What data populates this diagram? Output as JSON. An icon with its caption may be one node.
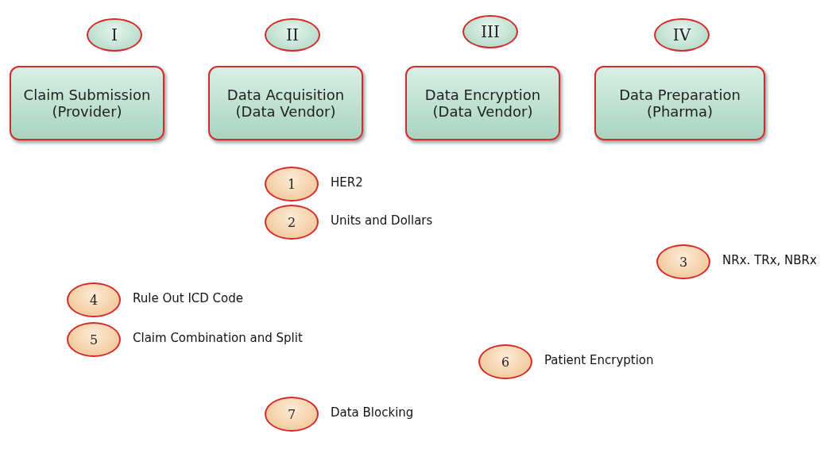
{
  "diagram": {
    "nodes": [
      {
        "text": [
          "I"
        ]
      },
      {
        "text": [
          "II"
        ]
      },
      {
        "text": [
          "III"
        ]
      },
      {
        "text": [
          "IV"
        ]
      },
      {
        "text": [
          "Claim Submission (Provider)"
        ]
      },
      {
        "text": [
          "Data Acquisition (Data Vendor)"
        ]
      },
      {
        "text": [
          "Data Encryption (Data Vendor)"
        ]
      },
      {
        "text": [
          "Data Preparation (Pharma)"
        ]
      },
      {
        "text": [
          "1"
        ],
        "beside": [
          "HER2"
        ]
      },
      {
        "text": [
          "2"
        ],
        "beside": [
          "Units and Dollars"
        ]
      },
      {
        "text": [
          "3"
        ],
        "beside": [
          "NRx. TRx, NBRx"
        ]
      },
      {
        "text": [
          "4"
        ],
        "beside": [
          "Rule Out ICD Code"
        ]
      },
      {
        "text": [
          "5"
        ],
        "beside": [
          "Claim Combination and Split"
        ]
      },
      {
        "text": [
          "6"
        ],
        "beside": [
          "Patient Encryption"
        ]
      },
      {
        "text": [
          "7"
        ],
        "beside": [
          "Data Blocking"
        ]
      }
    ],
    "edges": []
  }
}
